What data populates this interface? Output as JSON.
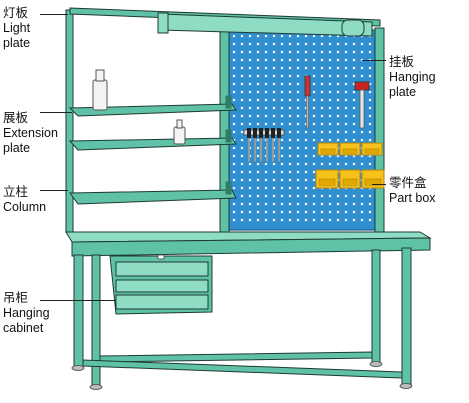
{
  "labels": {
    "light_plate": {
      "zh": "灯板",
      "en_1": "Light",
      "en_2": "plate"
    },
    "extension_plate": {
      "zh": "展板",
      "en_1": "Extension",
      "en_2": "plate"
    },
    "column": {
      "zh": "立柱",
      "en_1": "Column"
    },
    "hanging_cabinet": {
      "zh": "吊柜",
      "en_1": "Hanging",
      "en_2": "cabinet"
    },
    "hanging_plate": {
      "zh": "挂板",
      "en_1": "Hanging",
      "en_2": "plate"
    },
    "part_box": {
      "zh": "零件盒",
      "en_1": "Part box"
    }
  },
  "colors": {
    "frame": "#5fc2a6",
    "frame_dark": "#2f7d66",
    "frame_light": "#8fdcc5",
    "pegboard": "#2f8fd0",
    "pegboard_dark": "#1f5f92",
    "part_box": "#f5c21b",
    "part_box_dark": "#b8860b",
    "outline": "#1e3b33"
  }
}
